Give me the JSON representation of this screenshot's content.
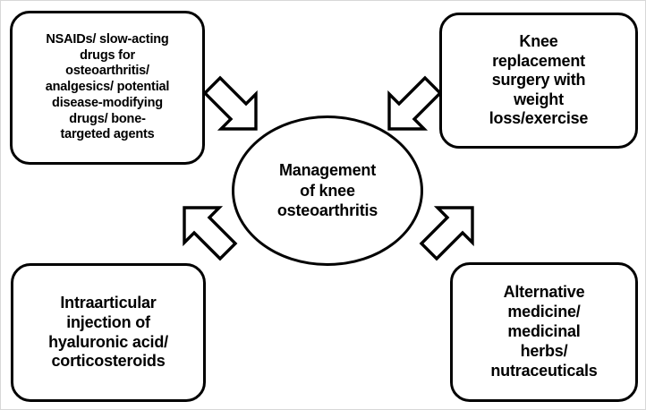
{
  "diagram": {
    "type": "hub-and-spoke concept map",
    "title": "Management of knee osteoarthritis",
    "background_color": "#ffffff",
    "stroke_color": "#000000",
    "text_color": "#000000",
    "center": {
      "id": "center-node",
      "shape": "ellipse",
      "label": "Management\nof knee\nosteoarthritis"
    },
    "nodes": [
      {
        "id": "box-pharmacologic",
        "shape": "rounded-rectangle",
        "position": "top-left",
        "label": "NSAIDs/ slow-acting\ndrugs for\nosteoarthritis/\nanalgesics/ potential\ndisease-modifying\ndrugs/ bone-\ntargeted agents"
      },
      {
        "id": "box-surgical",
        "shape": "rounded-rectangle",
        "position": "top-right",
        "label": "Knee\nreplacement\nsurgery with\nweight\nloss/exercise"
      },
      {
        "id": "box-injection",
        "shape": "rounded-rectangle",
        "position": "bottom-left",
        "label": "Intraarticular\ninjection of\nhyaluronic acid/\ncorticosteroids"
      },
      {
        "id": "box-alternative",
        "shape": "rounded-rectangle",
        "position": "bottom-right",
        "label": "Alternative\nmedicine/\nmedicinal\nherbs/\nnutraceuticals"
      }
    ],
    "arrows": [
      {
        "id": "arrow-top-left",
        "icon": "block-arrow-down-right-icon",
        "from": "box-pharmacologic",
        "to": "center-node",
        "direction": "down-right"
      },
      {
        "id": "arrow-top-right",
        "icon": "block-arrow-down-left-icon",
        "from": "box-surgical",
        "to": "center-node",
        "direction": "down-left"
      },
      {
        "id": "arrow-bottom-left",
        "icon": "block-arrow-up-right-icon",
        "from": "box-injection",
        "to": "center-node",
        "direction": "up-right"
      },
      {
        "id": "arrow-bottom-right",
        "icon": "block-arrow-up-left-icon",
        "from": "box-alternative",
        "to": "center-node",
        "direction": "up-left"
      }
    ]
  }
}
